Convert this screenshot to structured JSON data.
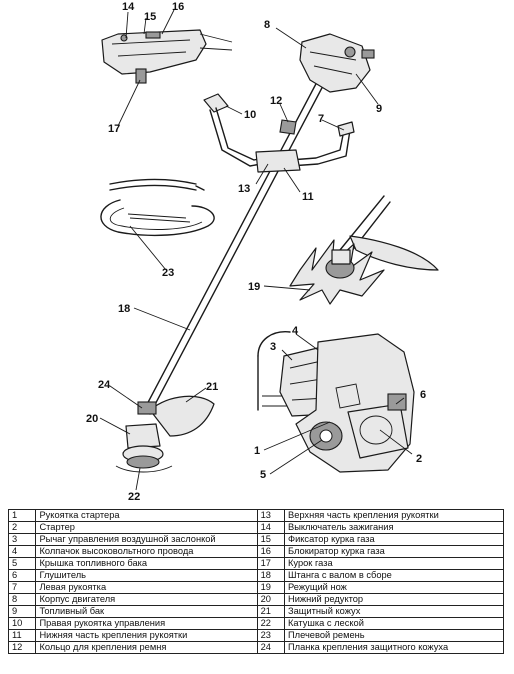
{
  "callouts": {
    "n1": "1",
    "n2": "2",
    "n3": "3",
    "n4": "4",
    "n5": "5",
    "n6": "6",
    "n7": "7",
    "n8": "8",
    "n9": "9",
    "n10": "10",
    "n11": "11",
    "n12": "12",
    "n13": "13",
    "n14": "14",
    "n15": "15",
    "n16": "16",
    "n17": "17",
    "n18": "18",
    "n19": "19",
    "n20": "20",
    "n21": "21",
    "n22": "22",
    "n23": "23",
    "n24": "24"
  },
  "legend": {
    "rows": [
      {
        "left_num": "1",
        "left_text": "Рукоятка стартера",
        "right_num": "13",
        "right_text": "Верхняя часть крепления рукоятки"
      },
      {
        "left_num": "2",
        "left_text": "Стартер",
        "right_num": "14",
        "right_text": "Выключатель зажигания"
      },
      {
        "left_num": "3",
        "left_text": "Рычаг управления воздушной заслонкой",
        "right_num": "15",
        "right_text": "Фиксатор курка газа"
      },
      {
        "left_num": "4",
        "left_text": "Колпачок высоковольтного провода",
        "right_num": "16",
        "right_text": "Блокиратор курка газа"
      },
      {
        "left_num": "5",
        "left_text": "Крышка топливного бака",
        "right_num": "17",
        "right_text": "Курок газа"
      },
      {
        "left_num": "6",
        "left_text": "Глушитель",
        "right_num": "18",
        "right_text": "Штанга с валом в сборе"
      },
      {
        "left_num": "7",
        "left_text": "Левая рукоятка",
        "right_num": "19",
        "right_text": "Режущий нож"
      },
      {
        "left_num": "8",
        "left_text": "Корпус двигателя",
        "right_num": "20",
        "right_text": "Нижний редуктор"
      },
      {
        "left_num": "9",
        "left_text": "Топливный бак",
        "right_num": "21",
        "right_text": "Защитный кожух"
      },
      {
        "left_num": "10",
        "left_text": "Правая рукоятка управления",
        "right_num": "22",
        "right_text": "Катушка с леской"
      },
      {
        "left_num": "11",
        "left_text": "Нижняя часть крепления рукоятки",
        "right_num": "23",
        "right_text": "Плечевой ремень"
      },
      {
        "left_num": "12",
        "left_text": "Кольцо для крепления ремня",
        "right_num": "24",
        "right_text": "Планка крепления защитного кожуха"
      }
    ]
  }
}
